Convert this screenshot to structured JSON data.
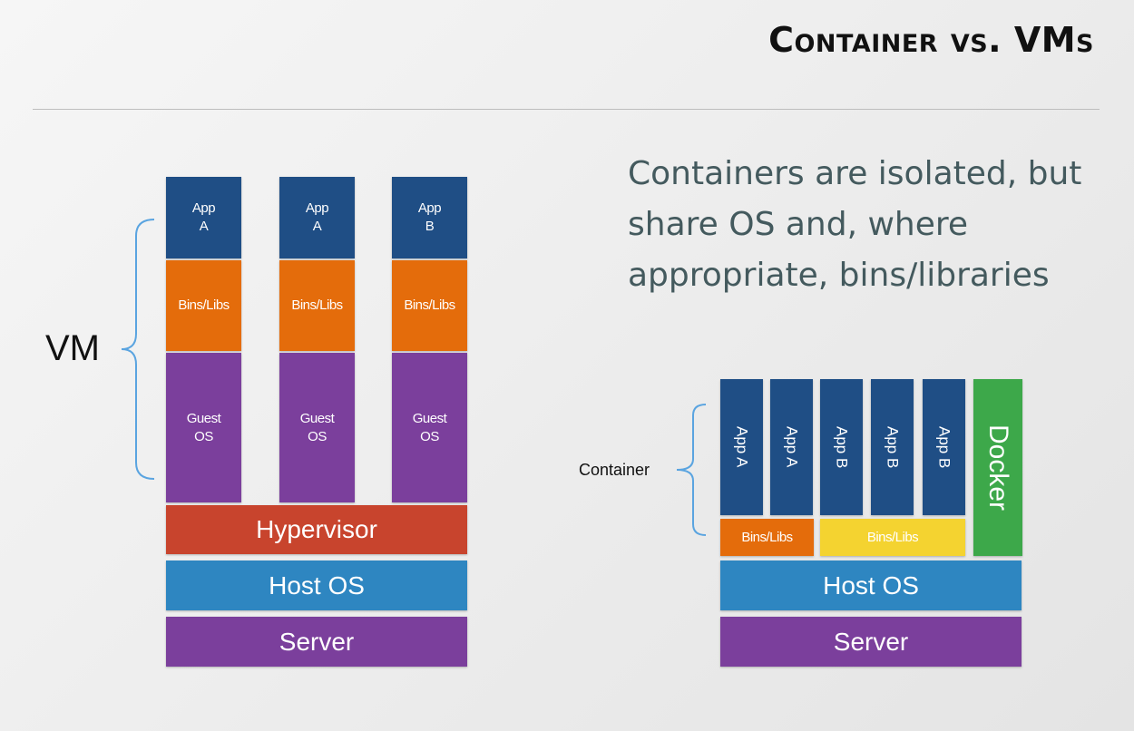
{
  "title": "Container vs. VMs",
  "subtitle": "Containers are isolated, but share OS and, where appropriate, bins/libraries",
  "vm_diagram": {
    "label": "VM",
    "columns": [
      {
        "app": "App\nA",
        "bins": "Bins/Libs",
        "guest": "Guest\nOS"
      },
      {
        "app": "App\nA",
        "bins": "Bins/Libs",
        "guest": "Guest\nOS"
      },
      {
        "app": "App\nB",
        "bins": "Bins/Libs",
        "guest": "Guest\nOS"
      }
    ],
    "hypervisor": "Hypervisor",
    "host_os": "Host OS",
    "server": "Server"
  },
  "container_diagram": {
    "label": "Container",
    "apps": [
      "App A",
      "App A",
      "App B",
      "App B",
      "App B"
    ],
    "bins_a": "Bins/Libs",
    "bins_b": "Bins/Libs",
    "docker": "Docker",
    "host_os": "Host OS",
    "server": "Server"
  },
  "colors": {
    "app": "#1f4e85",
    "bins": "#e46c0b",
    "guest_os": "#7b3f9c",
    "hypervisor": "#c8442d",
    "host_os": "#2e86c1",
    "server": "#7b3f9c",
    "shared_bins": "#f4d330",
    "docker": "#3da84a",
    "brace": "#5aa4e0"
  }
}
